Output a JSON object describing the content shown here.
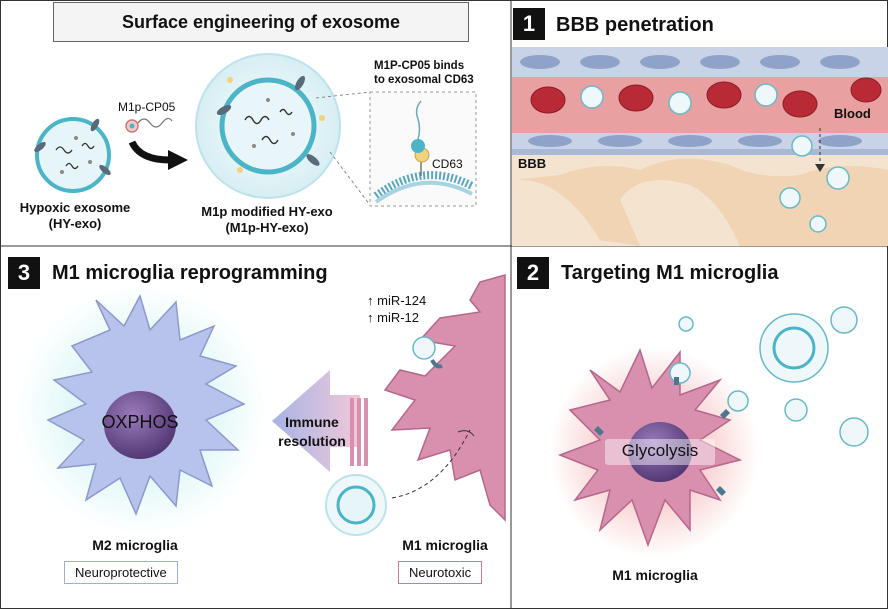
{
  "header": {
    "title": "Surface engineering of exosome"
  },
  "engineering": {
    "peptide_label": "M1p-CP05",
    "binding_note_line1": "M1P-CP05 binds",
    "binding_note_line2": "to exosomal CD63",
    "cd63_label": "CD63",
    "hypoxic_line1": "Hypoxic exosome",
    "hypoxic_line2": "(HY-exo)",
    "modified_line1": "M1p modified HY-exo",
    "modified_line2": "(M1p-HY-exo)"
  },
  "panel1": {
    "number": "1",
    "title": "BBB penetration",
    "blood_label": "Blood",
    "bbb_label": "BBB"
  },
  "panel2": {
    "number": "2",
    "title": "Targeting M1 microglia",
    "cell_label": "Glycolysis",
    "caption": "M1 microglia"
  },
  "panel3": {
    "number": "3",
    "title": "M1 microglia reprogramming",
    "mirna_line1": "↑ miR-124",
    "mirna_line2": "↑ miR-12",
    "m2_cell_label": "OXPHOS",
    "arrow_line1": "Immune",
    "arrow_line2": "resolution",
    "m2_caption": "M2 microglia",
    "m2_tag": "Neuroprotective",
    "m1_caption": "M1 microglia",
    "m1_tag": "Neurotoxic"
  },
  "colors": {
    "exosome_ring": "#4bb4c6",
    "blood_cell": "#c0303a",
    "blood_bg": "#e8a0a0",
    "m1_cell": "#d98fae",
    "m2_cell": "#b7c3ea",
    "nucleus": "#6f4f8e",
    "glow_red": "#f3a3a3",
    "glow_cyan": "#bfeeee"
  }
}
